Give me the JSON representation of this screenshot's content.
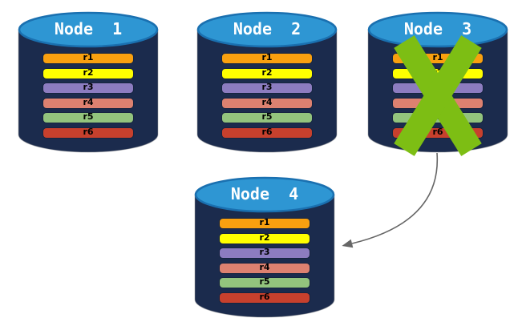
{
  "diagram": {
    "description": "Database replication failover diagram: four database nodes each holding replicas r1-r6; Node 3 is crossed out (failed) with an arrow pointing to Node 4",
    "nodes": [
      {
        "id": "node-1",
        "label": "Node  1",
        "failed": false,
        "replicas": [
          "r1",
          "r2",
          "r3",
          "r4",
          "r5",
          "r6"
        ]
      },
      {
        "id": "node-2",
        "label": "Node  2",
        "failed": false,
        "replicas": [
          "r1",
          "r2",
          "r3",
          "r4",
          "r5",
          "r6"
        ]
      },
      {
        "id": "node-3",
        "label": "Node  3",
        "failed": true,
        "replicas": [
          "r1",
          "r2",
          "r3",
          "r4",
          "r5",
          "r6"
        ]
      },
      {
        "id": "node-4",
        "label": "Node  4",
        "failed": false,
        "replicas": [
          "r1",
          "r2",
          "r3",
          "r4",
          "r5",
          "r6"
        ]
      }
    ],
    "replica_colors": [
      "#F9A00F",
      "#FFFF00",
      "#8C7CC0",
      "#DD8170",
      "#93C47D",
      "#C7402D"
    ],
    "palette": {
      "cylinder_body": "#1B2B4D",
      "cylinder_top": "#2E96D3",
      "cylinder_top_border": "#1A70B0",
      "bar_border": "#16243F",
      "bar_text": "#000000",
      "title_text": "#FFFFFF",
      "failure_x": "#7DBE14",
      "arrow": "#666666",
      "background": "#FFFFFF"
    },
    "arrow": {
      "from": "Node 3",
      "to": "Node 4"
    }
  }
}
